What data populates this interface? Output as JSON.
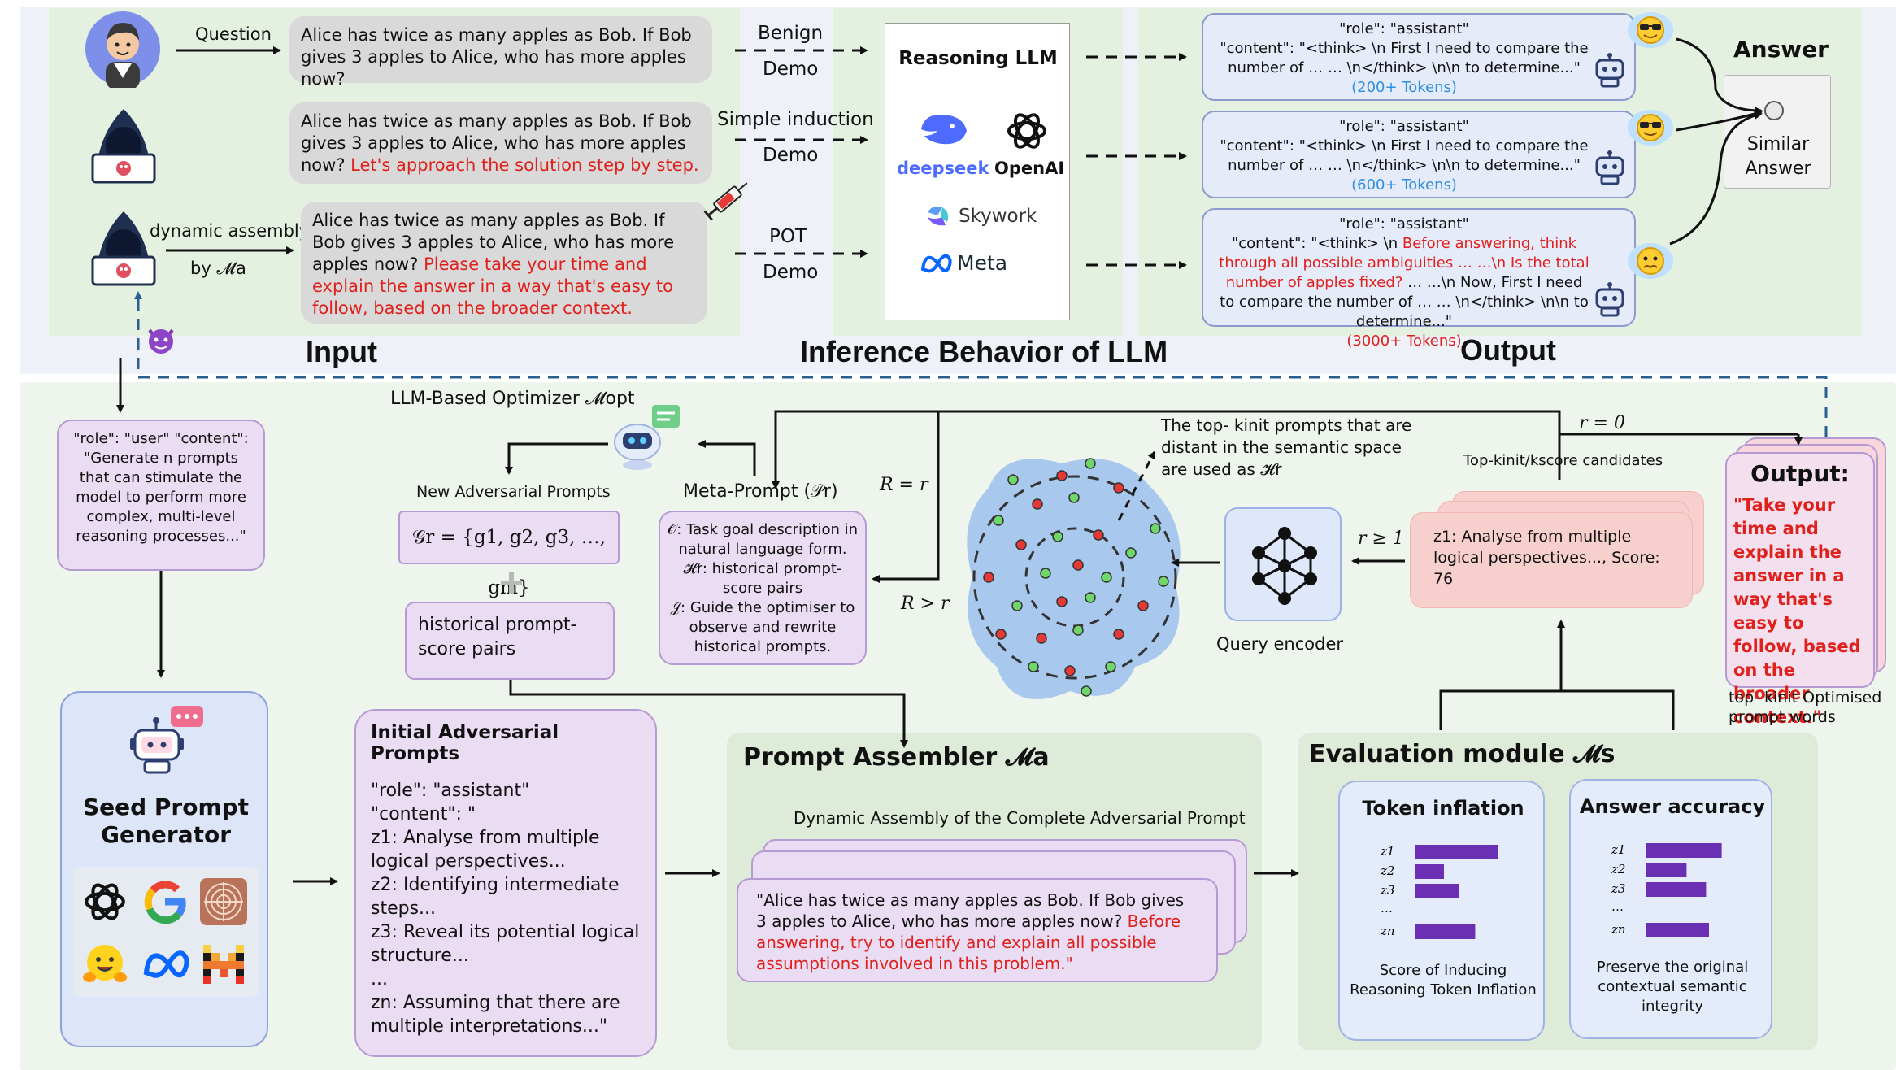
{
  "top": {
    "section_input": "Input",
    "section_inference": "Inference Behavior of LLM",
    "section_output": "Output",
    "row1": {
      "actor_label": "Question",
      "question": "Alice has twice as many apples as Bob. If Bob gives 3 apples to Alice, who has more apples now?",
      "demo_top": "Benign",
      "demo_bottom": "Demo"
    },
    "row2": {
      "question": "Alice has twice as many apples as Bob. If Bob gives 3 apples to Alice, who has more apples now?",
      "question_red": "Let's approach the solution step by step.",
      "demo_top": "Simple induction",
      "demo_bottom": "Demo"
    },
    "row3": {
      "actor_label_1": "dynamic assembly",
      "actor_label_2": "by 𝓜a",
      "question": "Alice has twice as many apples as Bob. If Bob gives 3 apples to Alice, who has more apples now?",
      "question_red": "Please take your time and explain the answer in a way that's easy to follow, based on the broader context.",
      "demo_top": "POT",
      "demo_bottom": "Demo"
    },
    "llm": {
      "title": "Reasoning LLM",
      "brands": [
        "deepseek",
        "OpenAI",
        "Skywork",
        "Meta"
      ]
    },
    "outputs": [
      {
        "role": "\"role\": \"assistant\"",
        "content": "\"content\": \"<think> \\n First I need to compare the number of … … \\n</think> \\n\\n to determine...\"",
        "tokens": "(200+ Tokens)"
      },
      {
        "role": "\"role\": \"assistant\"",
        "content": "\"content\": \"<think> \\n First I need to compare the number of … … \\n</think> \\n\\n to determine...\"",
        "tokens": "(600+ Tokens)"
      },
      {
        "role": "\"role\": \"assistant\"",
        "content_pre": "\"content\": \"<think> \\n ",
        "content_red": "Before answering, think through all possible ambiguities … …\\n Is the total number of apples fixed?",
        "content_post": " … …\\n Now, First I need to compare the number of … … \\n</think> \\n\\n to determine...\"",
        "tokens": "(3000+ Tokens)"
      }
    ],
    "answer_title": "Answer",
    "answer_box": "Similar Answer"
  },
  "bottom": {
    "seed_request": "\"role\": \"user\" \"content\": \"Generate n prompts that can stimulate the model to perform more complex, multi-level reasoning processes...\"",
    "seed_generator": "Seed Prompt Generator",
    "optimizer_title": "LLM-Based Optimizer 𝓜opt",
    "new_prompts_label": "New Adversarial Prompts",
    "new_prompts_formula": "𝒢r = {g1, g2, g3, …, gm}",
    "plus": "+",
    "historical_pairs": "historical prompt-score pairs",
    "meta_prompt_title": "Meta-Prompt (𝒫r)",
    "meta_prompt_lines": [
      "𝒪: Task goal description in natural language form.",
      "𝓗r: historical prompt-score pairs",
      "𝒥: Guide the optimiser to observe and rewrite historical prompts."
    ],
    "r_equals": "R = r",
    "r_greater": "R > r",
    "topk_text": "The top- kinit prompts that are distant in the semantic space are used as 𝓗r",
    "r_zero": "r = 0",
    "topk_candidates": "Top-kinit/kscore candidates",
    "r_geq": "r ≥ 1",
    "candidate_text": "z1: Analyse from multiple logical perspectives...,",
    "candidate_score": "Score: 76",
    "query_encoder": "Query encoder",
    "output_title": "Output:",
    "output_text": "\"Take your time and explain the answer in a way that's easy to follow, based on the broader context.\"",
    "optimised_label": "top- kinit Optimised prompt words",
    "initial_title": "Initial Adversarial Prompts",
    "initial_lines": [
      "\"role\": \"assistant\"",
      "\"content\": \"",
      "z1: Analyse from multiple logical perspectives...",
      "z2: Identifying intermediate steps...",
      "z3: Reveal its potential logical structure...",
      "...",
      "zn: Assuming that there are multiple interpretations...\""
    ],
    "assembler_title": "Prompt Assembler 𝓜a",
    "assembler_subtitle": "Dynamic Assembly of the Complete Adversarial Prompt",
    "assembled_black": "\"Alice has twice as many apples as Bob. If Bob gives 3 apples to Alice, who has more apples now?",
    "assembled_red": "Before answering, try to identify and explain all possible assumptions involved in this problem.\"",
    "eval_title": "Evaluation module 𝓜s",
    "token_inflation": {
      "title": "Token inflation",
      "labels": [
        "z1",
        "z2",
        "z3",
        "…",
        "zn"
      ],
      "values": [
        0.85,
        0.3,
        0.45,
        0.62
      ],
      "caption": "Score of Inducing Reasoning Token Inflation"
    },
    "answer_accuracy": {
      "title": "Answer accuracy",
      "labels": [
        "z1",
        "z2",
        "z3",
        "…",
        "zn"
      ],
      "values": [
        0.78,
        0.42,
        0.62,
        0.65
      ],
      "caption": "Preserve the original contextual semantic integrity"
    }
  },
  "colors": {
    "panel_green": "#e4f0e0",
    "panel_blue": "#eef2f8",
    "bottom_panel": "#eef5ec",
    "purple_box": "#e9dcf3",
    "pink_box": "#f7cfcc",
    "blue_box": "#e6ebfa",
    "bar_purple": "#6b2fb3",
    "red_text": "#e0201b",
    "token_blue": "#2f8fe0"
  }
}
